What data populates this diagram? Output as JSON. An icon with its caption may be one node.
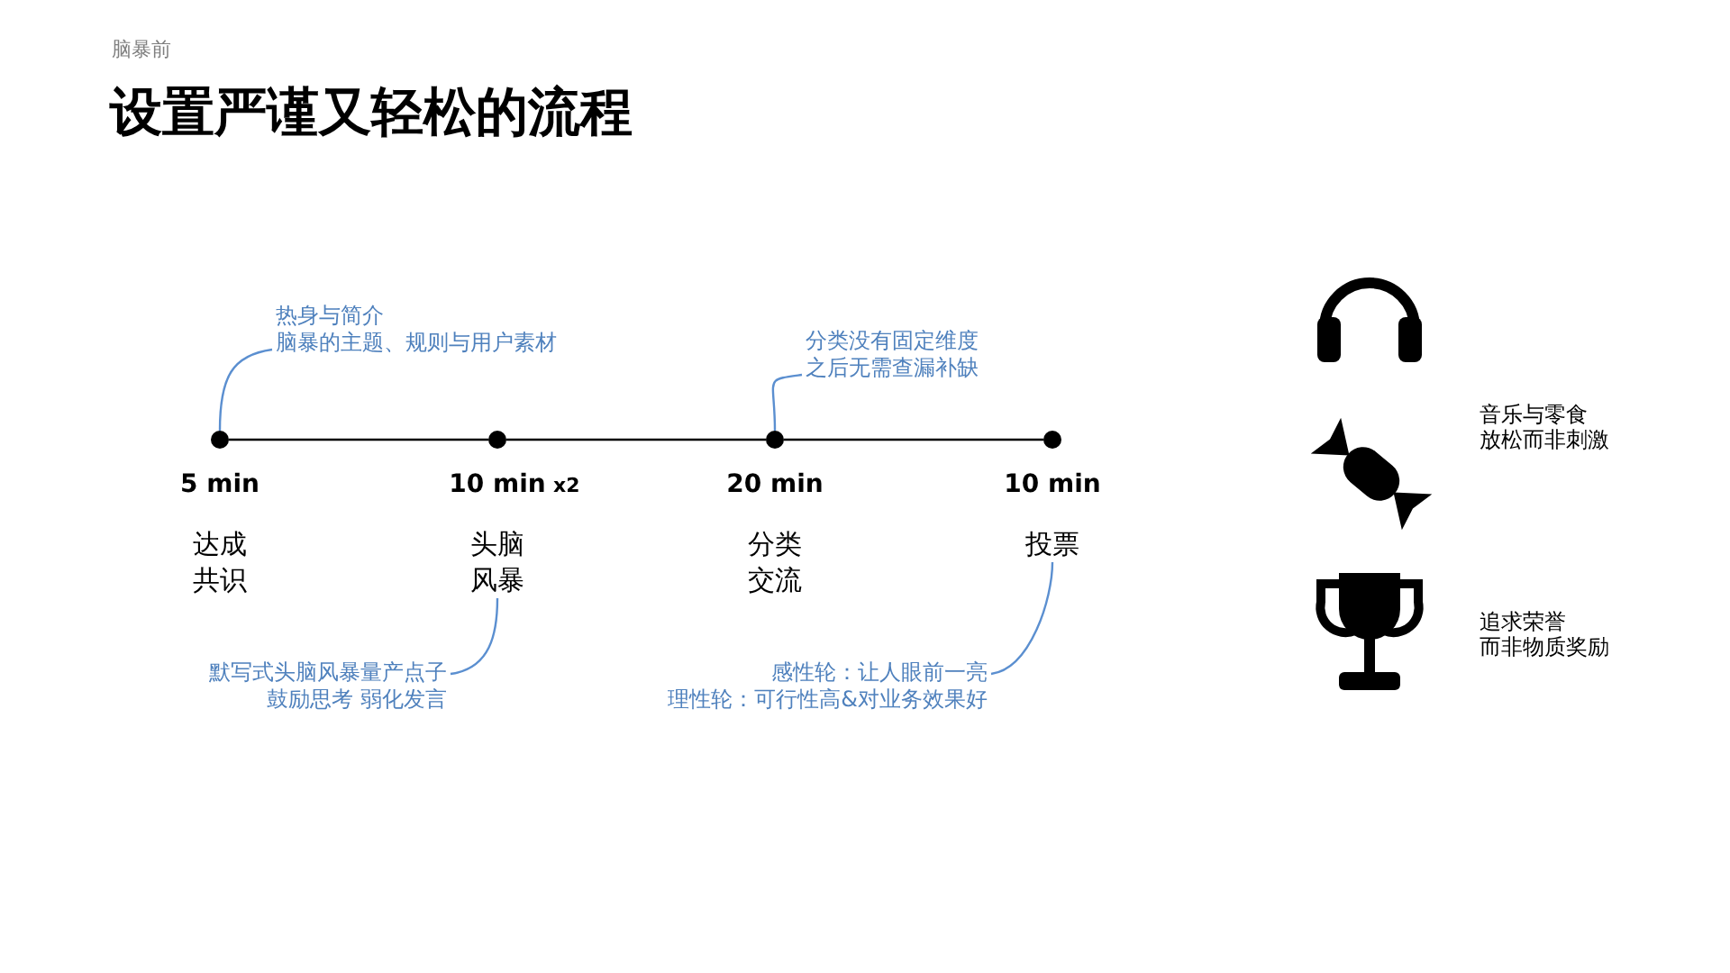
{
  "diagram": {
    "title": "设置严谨又轻松的流程",
    "nodes": [
      {
        "text": [
          "热身与简介",
          "脑暴的主题、规则与用户素材"
        ]
      },
      {
        "text": [
          "分类没有固定维度",
          "之后无需查漏补缺"
        ]
      },
      {
        "text": [],
        "shape": "circle",
        "beside": [
          "5 min"
        ]
      },
      {
        "text": [],
        "shape": "circle",
        "beside": [
          "10 min",
          "x2"
        ]
      },
      {
        "text": [],
        "shape": "circle",
        "beside": [
          "20 min"
        ]
      },
      {
        "text": [],
        "shape": "circle",
        "beside": [
          "10 min"
        ]
      },
      {
        "text": [
          "达成共识"
        ]
      },
      {
        "text": [
          "头脑风暴"
        ]
      },
      {
        "text": [
          "分类交流"
        ]
      },
      {
        "text": [
          "投票"
        ]
      },
      {
        "text": [
          "默写式头脑风暴量产点子",
          "鼓励思考 弱化发言"
        ]
      },
      {
        "text": [
          "感性轮：让人眼前一亮",
          "理性轮：可行性高&对业务效果好"
        ]
      }
    ],
    "edges": [
      {
        "from": 2,
        "to": 3,
        "arrow": "none",
        "color": "#000000"
      },
      {
        "from": 3,
        "to": 4,
        "arrow": "none",
        "color": "#000000"
      },
      {
        "from": 4,
        "to": 5,
        "arrow": "none",
        "color": "#000000"
      },
      {
        "from": 0,
        "to": 2,
        "arrow": "none",
        "color": "#5b8fd0"
      },
      {
        "from": 1,
        "to": 4,
        "arrow": "none",
        "color": "#5b8fd0"
      },
      {
        "from": 10,
        "to": 7,
        "arrow": "none",
        "color": "#5b8fd0"
      },
      {
        "from": 11,
        "to": 9,
        "arrow": "none",
        "color": "#5b8fd0"
      }
    ],
    "labels": [
      "脑暴前",
      "音乐与零食",
      "放松而非刺激",
      "追求荣誉",
      "而非物质奖励"
    ]
  }
}
